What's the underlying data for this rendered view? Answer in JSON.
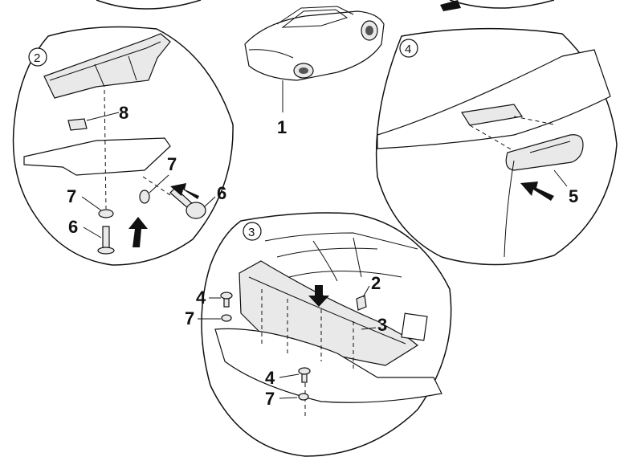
{
  "detail_views": [
    {
      "id": "2",
      "label": "2"
    },
    {
      "id": "3",
      "label": "3"
    },
    {
      "id": "4",
      "label": "4"
    }
  ],
  "callouts": {
    "c1": "1",
    "c2": "2",
    "c3": "3",
    "c4a": "4",
    "c4b": "4",
    "c5": "5",
    "c6a": "6",
    "c6b": "6",
    "c7a": "7",
    "c7b": "7",
    "c7c": "7",
    "c7d": "7",
    "c8": "8"
  }
}
